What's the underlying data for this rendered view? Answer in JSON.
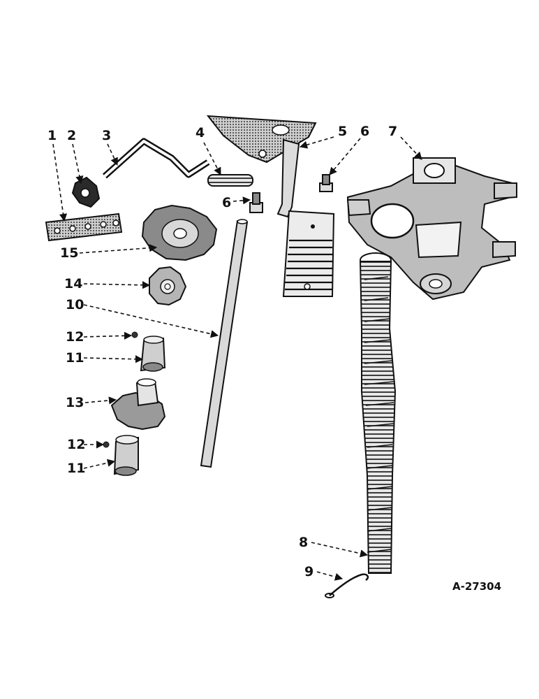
{
  "figure_id": "A-27304",
  "callouts": {
    "c1": "1",
    "c2": "2",
    "c3": "3",
    "c4": "4",
    "c5": "5",
    "c6a": "6",
    "c6b": "6",
    "c7": "7",
    "c8": "8",
    "c9": "9",
    "c10": "10",
    "c11a": "11",
    "c11b": "11",
    "c12a": "12",
    "c12b": "12",
    "c13": "13",
    "c14": "14",
    "c15": "15"
  },
  "colors": {
    "ink": "#111111",
    "paper": "#ffffff"
  }
}
